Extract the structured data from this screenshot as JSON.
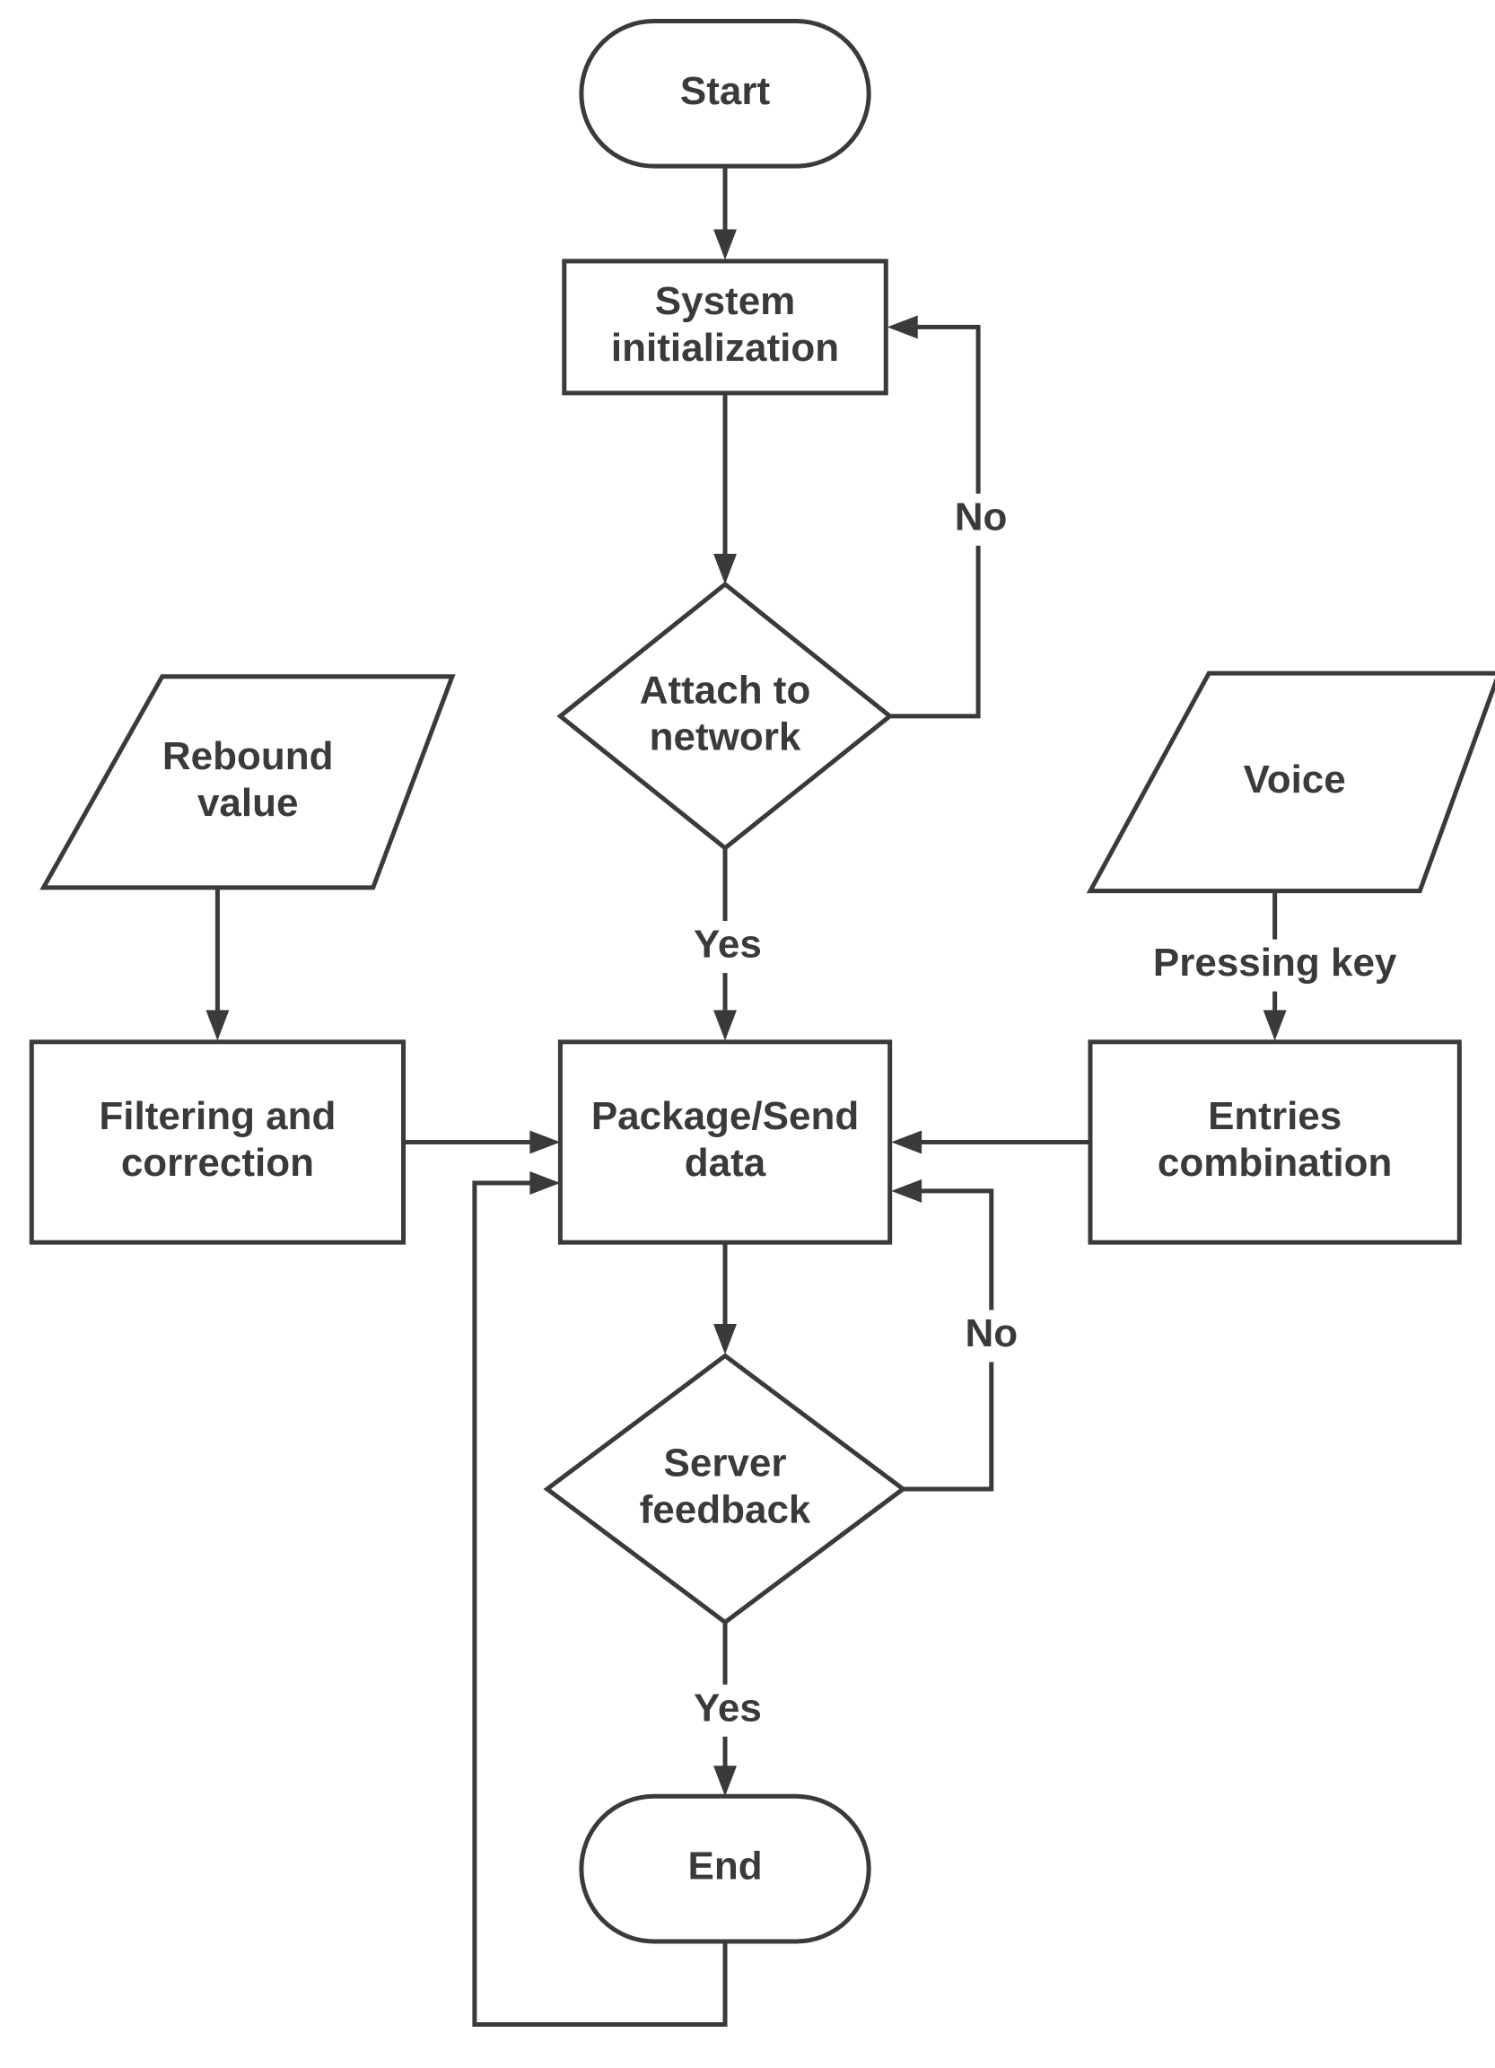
{
  "diagram": {
    "nodes": [
      {
        "id": "start",
        "shape": "terminal",
        "lines": [
          "Start"
        ]
      },
      {
        "id": "init",
        "shape": "process",
        "lines": [
          "System",
          "initialization"
        ]
      },
      {
        "id": "attach",
        "shape": "decision",
        "lines": [
          "Attach to",
          "network"
        ]
      },
      {
        "id": "rebound",
        "shape": "data",
        "lines": [
          "Rebound",
          "value"
        ]
      },
      {
        "id": "voice",
        "shape": "data",
        "lines": [
          "Voice"
        ]
      },
      {
        "id": "filter",
        "shape": "process",
        "lines": [
          "Filtering and",
          "correction"
        ]
      },
      {
        "id": "package",
        "shape": "process",
        "lines": [
          "Package/Send",
          "data"
        ]
      },
      {
        "id": "entries",
        "shape": "process",
        "lines": [
          "Entries",
          "combination"
        ]
      },
      {
        "id": "server",
        "shape": "decision",
        "lines": [
          "Server",
          "feedback"
        ]
      },
      {
        "id": "end",
        "shape": "terminal",
        "lines": [
          "End"
        ]
      }
    ],
    "edges": [
      {
        "id": "start-init",
        "from": "start",
        "to": "init",
        "label": ""
      },
      {
        "id": "init-attach",
        "from": "init",
        "to": "attach",
        "label": ""
      },
      {
        "id": "attach-no",
        "from": "attach",
        "to": "init",
        "label": "No"
      },
      {
        "id": "attach-yes",
        "from": "attach",
        "to": "package",
        "label": "Yes"
      },
      {
        "id": "rebound-filter",
        "from": "rebound",
        "to": "filter",
        "label": ""
      },
      {
        "id": "filter-package",
        "from": "filter",
        "to": "package",
        "label": ""
      },
      {
        "id": "voice-entries",
        "from": "voice",
        "to": "entries",
        "label": "Pressing key"
      },
      {
        "id": "entries-package",
        "from": "entries",
        "to": "package",
        "label": ""
      },
      {
        "id": "package-server",
        "from": "package",
        "to": "server",
        "label": ""
      },
      {
        "id": "server-no",
        "from": "server",
        "to": "package",
        "label": "No"
      },
      {
        "id": "server-yes",
        "from": "server",
        "to": "end",
        "label": "Yes"
      },
      {
        "id": "end-loop",
        "from": "end",
        "to": "package",
        "label": ""
      }
    ]
  }
}
